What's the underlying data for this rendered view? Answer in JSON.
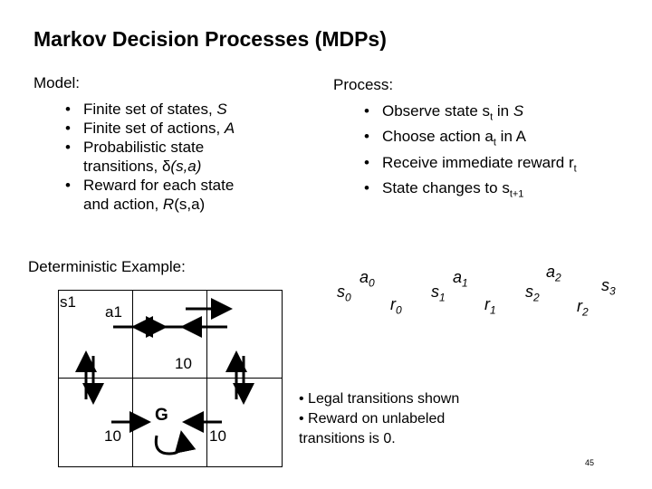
{
  "title": "Markov Decision Processes (MDPs)",
  "model": {
    "heading": "Model:",
    "items": [
      {
        "text": "Finite set of states, ",
        "em": "S"
      },
      {
        "text": "Finite set of actions, ",
        "em": "A"
      },
      {
        "line1": "Probabilistic state",
        "line2_pre": "transitions, ",
        "symbol": "δ",
        "line2_post": "(s,a)"
      },
      {
        "line1": "Reward for each state",
        "line2_pre": "and action, ",
        "em": "R",
        "line2_post": "(s,a)"
      }
    ]
  },
  "process": {
    "heading": "Process:",
    "items": [
      {
        "pre": "Observe state s",
        "sub": "t",
        "post": " in ",
        "em": "S"
      },
      {
        "pre": "Choose action a",
        "sub": "t",
        "post": " in A"
      },
      {
        "pre": "Receive immediate reward r",
        "sub": "t",
        "post": ""
      },
      {
        "pre": "State changes to s",
        "sub": "t+1",
        "post": ""
      }
    ]
  },
  "deterministic": {
    "heading": "Deterministic Example:",
    "state_label": "s1",
    "action_label": "a1",
    "goal_label": "G",
    "reward_top": "10",
    "reward_left": "10",
    "reward_right": "10"
  },
  "sequence": [
    {
      "base": "s",
      "sub": "0"
    },
    {
      "base": "a",
      "sub": "0"
    },
    {
      "base": "r",
      "sub": "0"
    },
    {
      "base": "s",
      "sub": "1"
    },
    {
      "base": "a",
      "sub": "1"
    },
    {
      "base": "r",
      "sub": "1"
    },
    {
      "base": "s",
      "sub": "2"
    },
    {
      "base": "a",
      "sub": "2"
    },
    {
      "base": "r",
      "sub": "2"
    },
    {
      "base": "s",
      "sub": "3"
    }
  ],
  "notes": [
    "• Legal transitions shown",
    "• Reward on unlabeled",
    "transitions is 0."
  ],
  "page_number": "45"
}
